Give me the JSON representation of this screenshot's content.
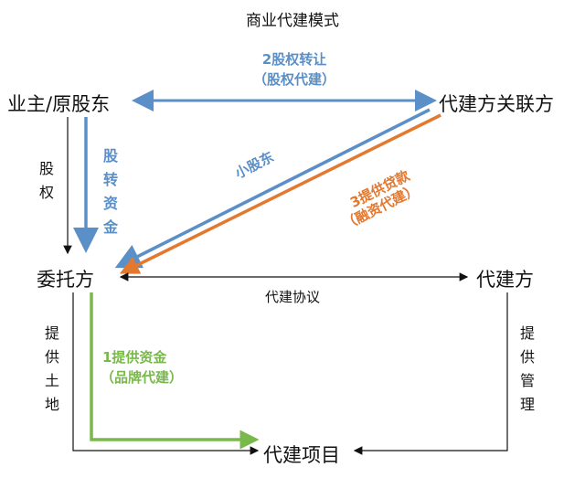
{
  "title": "商业代建模式",
  "nodes": {
    "owner": "业主/原股东",
    "related": "代建方关联方",
    "trustor": "委托方",
    "builder": "代建方",
    "project": "代建项目"
  },
  "labels": {
    "equity_transfer_line1": "2股权转让",
    "equity_transfer_line2": "（股权代建）",
    "equity": "股权",
    "equity_to_capital": "股转资金",
    "minor_shareholder": "小股东",
    "loan_line1": "3提供贷款",
    "loan_line2": "（融资代建）",
    "agreement": "代建协议",
    "provide_land": "提供土地",
    "provide_capital_line1": "1提供资金",
    "provide_capital_line2": "（品牌代建）",
    "provide_management": "提供管理"
  },
  "colors": {
    "blue": "#5b8fc7",
    "orange": "#e3782f",
    "green": "#79b84a",
    "black": "#111111"
  }
}
